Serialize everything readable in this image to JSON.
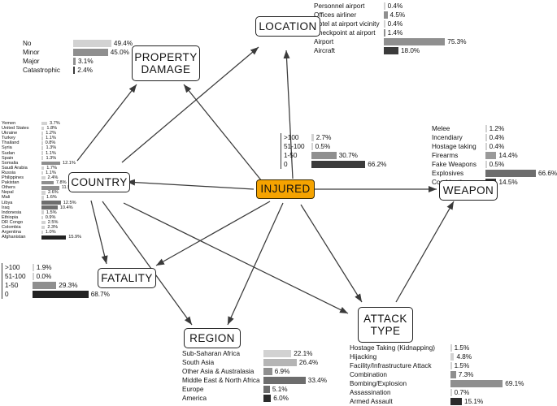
{
  "diagram": {
    "title": "INJURED",
    "center_node": {
      "label": "INJURED",
      "color": "#f5a300"
    },
    "nodes": [
      {
        "id": "property-damage",
        "label": "PROPERTY\nDAMAGE"
      },
      {
        "id": "location",
        "label": "LOCATION"
      },
      {
        "id": "country",
        "label": "COUNTRY"
      },
      {
        "id": "weapon",
        "label": "WEAPON"
      },
      {
        "id": "fatality",
        "label": "FATALITY"
      },
      {
        "id": "region",
        "label": "REGION"
      },
      {
        "id": "attack-type",
        "label": "ATTACK\nTYPE"
      }
    ]
  },
  "chart_data": [
    {
      "id": "property-damage",
      "type": "bar",
      "title": "PROPERTY DAMAGE",
      "orientation": "horizontal",
      "categories": [
        "No",
        "Minor",
        "Major",
        "Catastrophic"
      ],
      "values": [
        49.4,
        45.0,
        3.1,
        2.4
      ],
      "labels": [
        "49.4%",
        "45.0%",
        "3.1%",
        "2.4%"
      ],
      "colors": [
        "#d2d2d2",
        "#8f8f8f",
        "#8f8f8f",
        "#3b3b3b"
      ],
      "xlabel": "",
      "ylabel": "",
      "xlim": [
        0,
        100
      ],
      "grid": false
    },
    {
      "id": "location",
      "type": "bar",
      "title": "LOCATION",
      "orientation": "horizontal",
      "categories": [
        "Personnel airport",
        "Offices airliner",
        "Hotel at airport vicinity",
        "Checkpoint at airport",
        "Airport",
        "Aircraft"
      ],
      "values": [
        0.4,
        4.5,
        0.4,
        1.4,
        75.3,
        18.0
      ],
      "labels": [
        "0.4%",
        "4.5%",
        "0.4%",
        "1.4%",
        "75.3%",
        "18.0%"
      ],
      "colors": [
        "#d2d2d2",
        "#8f8f8f",
        "#d2d2d2",
        "#8f8f8f",
        "#8f8f8f",
        "#3b3b3b"
      ],
      "xlabel": "",
      "ylabel": "",
      "xlim": [
        0,
        100
      ],
      "grid": false
    },
    {
      "id": "country",
      "type": "bar",
      "title": "COUNTRY",
      "orientation": "horizontal",
      "categories": [
        "Yemen",
        "United States",
        "Ukraine",
        "Turkey",
        "Thailand",
        "Syria",
        "Sudan",
        "Spain",
        "Somalia",
        "Saudi Arabia",
        "Russia",
        "Philippines",
        "Pakistan",
        "Others",
        "Nepal",
        "Mali",
        "Libya",
        "Iraq",
        "Indonesia",
        "Ethiopia",
        "DR Congo",
        "Colombia",
        "Argentina",
        "Afghanistan"
      ],
      "values": [
        3.7,
        1.8,
        1.2,
        1.1,
        0.8,
        1.3,
        1.1,
        1.3,
        12.1,
        1.7,
        1.1,
        2.4,
        7.8,
        11.5,
        2.6,
        1.6,
        12.5,
        10.4,
        1.5,
        0.9,
        2.5,
        2.3,
        1.0,
        15.9
      ],
      "labels": [
        "3.7%",
        "1.8%",
        "1.2%",
        "1.1%",
        "0.8%",
        "1.3%",
        "1.1%",
        "1.3%",
        "12.1%",
        "1.7%",
        "1.1%",
        "2.4%",
        "7.8%",
        "11.5%",
        "2.6%",
        "1.6%",
        "12.5%",
        "10.4%",
        "1.5%",
        "0.9%",
        "2.5%",
        "2.3%",
        "1.0%",
        "15.9%"
      ],
      "colors": [
        "#d2d2d2",
        "#d2d2d2",
        "#d2d2d2",
        "#d2d2d2",
        "#d2d2d2",
        "#d2d2d2",
        "#d2d2d2",
        "#d2d2d2",
        "#8f8f8f",
        "#d2d2d2",
        "#d2d2d2",
        "#d2d2d2",
        "#8f8f8f",
        "#8f8f8f",
        "#d2d2d2",
        "#d2d2d2",
        "#6d6d6d",
        "#6d6d6d",
        "#d2d2d2",
        "#d2d2d2",
        "#d2d2d2",
        "#d2d2d2",
        "#d2d2d2",
        "#222222"
      ],
      "xlabel": "",
      "ylabel": "",
      "xlim": [
        0,
        20
      ],
      "grid": false
    },
    {
      "id": "injured",
      "type": "bar",
      "title": "INJURED",
      "orientation": "horizontal",
      "categories": [
        ">100",
        "51-100",
        "1-50",
        "0"
      ],
      "values": [
        2.7,
        0.5,
        30.7,
        66.2
      ],
      "labels": [
        "2.7%",
        "0.5%",
        "30.7%",
        "66.2%"
      ],
      "colors": [
        "#d2d2d2",
        "#d2d2d2",
        "#8f8f8f",
        "#3b3b3b"
      ],
      "xlabel": "",
      "ylabel": "",
      "xlim": [
        0,
        100
      ],
      "grid": false
    },
    {
      "id": "weapon",
      "type": "bar",
      "title": "WEAPON",
      "orientation": "horizontal",
      "categories": [
        "Melee",
        "Incendiary",
        "Hostage taking",
        "Firearms",
        "Fake Weapons",
        "Explosives",
        "Combination"
      ],
      "values": [
        1.2,
        0.4,
        0.4,
        14.4,
        0.5,
        66.6,
        14.5
      ],
      "labels": [
        "1.2%",
        "0.4%",
        "0.4%",
        "14.4%",
        "0.5%",
        "66.6%",
        "14.5%"
      ],
      "colors": [
        "#d2d2d2",
        "#d2d2d2",
        "#d2d2d2",
        "#9a9a9a",
        "#d2d2d2",
        "#6d6d6d",
        "#3b3b3b"
      ],
      "xlabel": "",
      "ylabel": "",
      "xlim": [
        0,
        100
      ],
      "grid": false
    },
    {
      "id": "fatality",
      "type": "bar",
      "title": "FATALITY",
      "orientation": "horizontal",
      "categories": [
        ">100",
        "51-100",
        "1-50",
        "0"
      ],
      "values": [
        1.9,
        0.0,
        29.3,
        68.7
      ],
      "labels": [
        "1.9%",
        "0.0%",
        "29.3%",
        "68.7%"
      ],
      "colors": [
        "#d2d2d2",
        "#d2d2d2",
        "#8f8f8f",
        "#222222"
      ],
      "xlabel": "",
      "ylabel": "",
      "xlim": [
        0,
        100
      ],
      "grid": false
    },
    {
      "id": "region",
      "type": "bar",
      "title": "REGION",
      "orientation": "horizontal",
      "categories": [
        "Sub-Saharan Africa",
        "South Asia",
        "Other Asia & Australasia",
        "Middle East & North Africa",
        "Europe",
        "America"
      ],
      "values": [
        22.1,
        26.4,
        6.9,
        33.4,
        5.1,
        6.0
      ],
      "labels": [
        "22.1%",
        "26.4%",
        "6.9%",
        "33.4%",
        "5.1%",
        "6.0%"
      ],
      "colors": [
        "#d2d2d2",
        "#b5b5b5",
        "#8f8f8f",
        "#6d6d6d",
        "#6d6d6d",
        "#2b2b2b"
      ],
      "xlabel": "",
      "ylabel": "",
      "xlim": [
        0,
        40
      ],
      "grid": false
    },
    {
      "id": "attack-type",
      "type": "bar",
      "title": "ATTACK TYPE",
      "orientation": "horizontal",
      "categories": [
        "Hostage Taking (Kidnapping)",
        "Hijacking",
        "Facility/Infrastructure Attack",
        "Combination",
        "Bombing/Explosion",
        "Assassination",
        "Armed Assault"
      ],
      "values": [
        1.5,
        4.8,
        1.5,
        7.3,
        69.1,
        0.7,
        15.1
      ],
      "labels": [
        "1.5%",
        "4.8%",
        "1.5%",
        "7.3%",
        "69.1%",
        "0.7%",
        "15.1%"
      ],
      "colors": [
        "#d2d2d2",
        "#d2d2d2",
        "#d2d2d2",
        "#8f8f8f",
        "#8f8f8f",
        "#d2d2d2",
        "#2b2b2b"
      ],
      "xlabel": "",
      "ylabel": "",
      "xlim": [
        0,
        100
      ],
      "grid": false
    }
  ],
  "edges": [
    {
      "from": "country",
      "to": "property-damage"
    },
    {
      "from": "injured",
      "to": "property-damage"
    },
    {
      "from": "country",
      "to": "location"
    },
    {
      "from": "injured",
      "to": "location"
    },
    {
      "from": "injured",
      "to": "country"
    },
    {
      "from": "injured",
      "to": "weapon"
    },
    {
      "from": "country",
      "to": "fatality"
    },
    {
      "from": "injured",
      "to": "fatality"
    },
    {
      "from": "country",
      "to": "region"
    },
    {
      "from": "injured",
      "to": "region"
    },
    {
      "from": "country",
      "to": "attack-type"
    },
    {
      "from": "injured",
      "to": "attack-type"
    },
    {
      "from": "attack-type",
      "to": "weapon"
    }
  ]
}
